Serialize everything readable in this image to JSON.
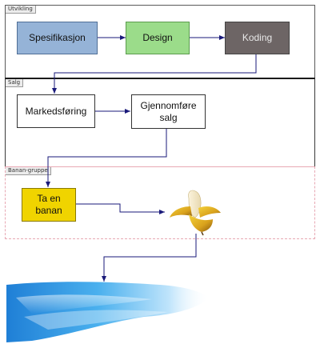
{
  "groups": {
    "utvikling": "Utvikling",
    "salg": "Salg",
    "banan": "Banan-gruppe"
  },
  "nodes": {
    "spesifikasjon": "Spesifikasjon",
    "design": "Design",
    "koding": "Koding",
    "markedsforing": "Markedsføring",
    "gjennomfore_line1": "Gjennomføre",
    "gjennomfore_line2": "salg",
    "ta_en_banan_line1": "Ta en",
    "ta_en_banan_line2": "banan"
  },
  "colors": {
    "spesifikasjon": "#95b3d7",
    "design": "#9bdc8a",
    "koding": "#6d6565",
    "ta_en_banan": "#f0d400",
    "connector": "#1a1a7a",
    "banan_border": "#e8a8b4"
  },
  "icons": [
    "banana-image",
    "water-wave-image"
  ]
}
